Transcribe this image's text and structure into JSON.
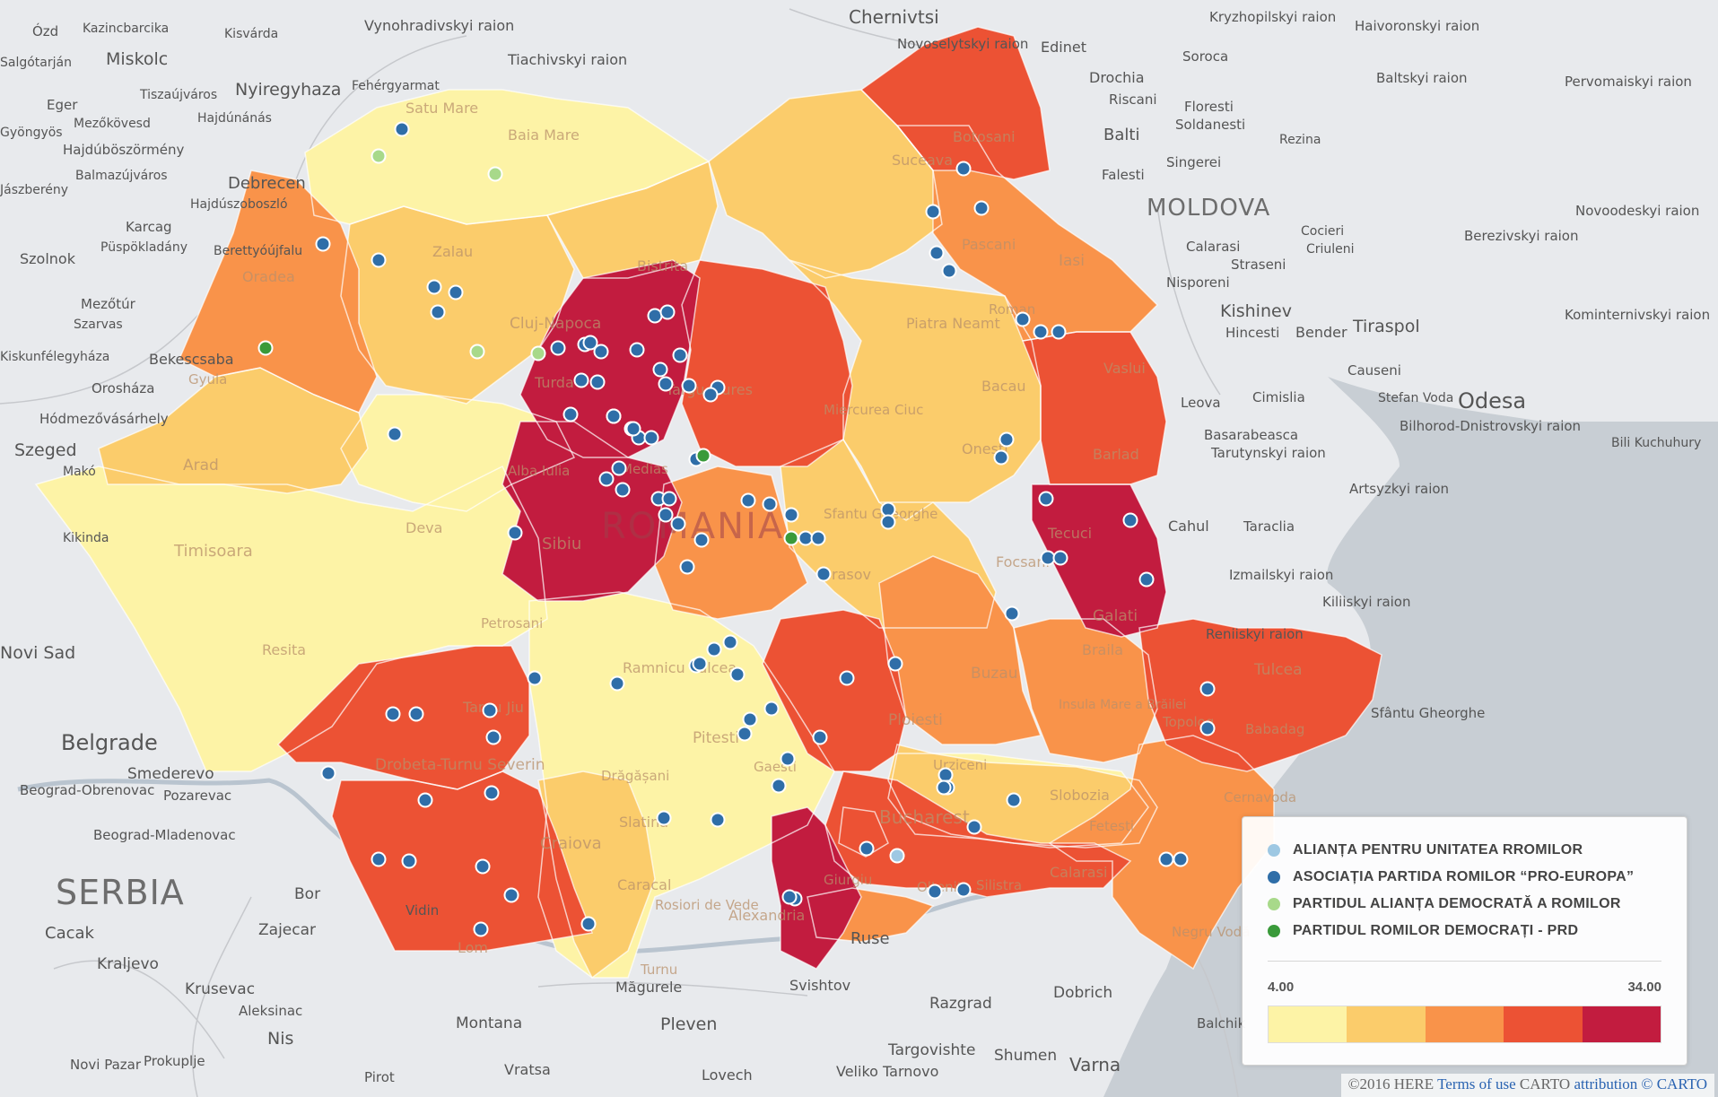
{
  "colors": {
    "class1": "#fdf3a6",
    "class2": "#fbcc6b",
    "class3": "#f9934a",
    "class4": "#ec5234",
    "class5": "#c21c3f",
    "dot_light_blue": "#9ec8e3",
    "dot_blue": "#2f6ea8",
    "dot_light_green": "#a8d98a",
    "dot_green": "#3a9a3a"
  },
  "map_labels": {
    "country": "ROMANIA",
    "serbia": "SERBIA",
    "moldova": "MOLDOVA",
    "belgrade": "Belgrade",
    "odesa": "Odesa",
    "kishinev": "Kishinev",
    "szeged": "Szeged",
    "debrecen": "Debrecen",
    "miskolc": "Miskolc",
    "nyiregyhaza": "Nyiregyhaza",
    "szolnok": "Szolnok",
    "bekescsaba": "Bekescsaba",
    "oroshaza": "Orosháza",
    "hodmezovasarhely": "Hódmezővásárhely",
    "smederevo": "Smederevo",
    "pozarevac": "Pozarevac",
    "beograd_obrenovac": "Beograd-Obrenovac",
    "beograd_mladenovac": "Beograd-Mladenovac",
    "kragujevac": "Kraljevo",
    "krusevac": "Krusevac",
    "aleksinac": "Aleksinac",
    "nis": "Nis",
    "novi_pazar": "Novi Pazar",
    "prokuplje": "Prokuplje",
    "pirot": "Pirot",
    "zajecar": "Zajecar",
    "bor": "Bor",
    "cacak": "Cacak",
    "vidin": "Vidin",
    "montana": "Montana",
    "vratsa": "Vratsa",
    "pleven": "Pleven",
    "lovech": "Lovech",
    "veliko_tarnovo": "Veliko Tarnovo",
    "svishtov": "Svishtov",
    "ruse": "Ruse",
    "razgrad": "Razgrad",
    "targovishte": "Targovishte",
    "shumen": "Shumen",
    "dobrich": "Dobrich",
    "varna": "Varna",
    "balchik": "Balchik",
    "magurele": "Măgurele",
    "chernivtsi": "Chernivtsi",
    "edinet": "Edinet",
    "drochia": "Drochia",
    "riscani": "Riscani",
    "balti": "Balti",
    "falesti": "Falesti",
    "soroca": "Soroca",
    "floresti": "Floresti",
    "soldanesti": "Soldanesti",
    "rezina": "Rezina",
    "singerei": "Singerei",
    "calarasi_md": "Calarasi",
    "straseni": "Straseni",
    "nisporeni": "Nisporeni",
    "hincesti": "Hincesti",
    "bender": "Bender",
    "tiraspol": "Tiraspol",
    "causeni": "Causeni",
    "cimislia": "Cimislia",
    "leova": "Leova",
    "cahul": "Cahul",
    "taraclia": "Taraclia",
    "basarabeasca": "Basarabeasca",
    "criuleni": "Criuleni",
    "cocieri": "Cocieri",
    "stefan_voda": "Stefan Voda",
    "izmailskyi": "Izmailskyi raion",
    "kiliiskyi": "Kiliiskyi raion",
    "reniiskyi": "Reniiskyi raion",
    "artsyzkyi": "Artsyzkyi raion",
    "tarutynskyi": "Tarutynskyi raion",
    "bilhorod": "Bilhorod-Dnistrovskyi raion",
    "bili_kuchuhury": "Bili Kuchuhury",
    "sfantu_gheorghe_delta": "Sfântu Gheorghe",
    "kryzhopilskyi": "Kryzhopilskyi raion",
    "haivoronskyi": "Haivoronskyi raion",
    "baltskyi": "Baltskyi raion",
    "pervomaiskyi": "Pervomaiskyi raion",
    "novoodeskyi": "Novoodeskyi raion",
    "berezivskyi": "Berezivskyi raion",
    "kominternivskyi": "Kominternivskyi raion",
    "vynohradivskyi": "Vynohradivskyi raion",
    "tiachivskyi": "Tiachivskyi raion",
    "novoselytskyi": "Novoselytskyi raion",
    "kazincbarcika": "Kazincbarcika",
    "kisvarda": "Kisvárda",
    "mezokovesd": "Mezőkövesd",
    "tiszaujvaros": "Tiszaújváros",
    "hajdunanas": "Hajdúnánás",
    "hajduboszormeny": "Hajdúböszörmény",
    "balmazujvaros": "Balmazújváros",
    "hajduszoboszlo": "Hajdúszoboszló",
    "karcag": "Karcag",
    "puspokladany": "Püspökladány",
    "berettyoujfalu": "Berettyóújfalu",
    "mezotur": "Mezőtúr",
    "szarvas": "Szarvas",
    "gyongyos": "Gyöngyös",
    "eger": "Eger",
    "ozd": "Ózd",
    "salgotarjan": "Salgótarján",
    "jaszbereny": "Jászberény",
    "kiskunfelegyhaza": "Kiskunfélegyháza",
    "mako": "Makó",
    "kikinda": "Kikinda",
    "novi_sad": "Novi Sad",
    "fehergyarmat": "Fehérgyarmat"
  },
  "region_labels": {
    "satu_mare": "Satu Mare",
    "baia_mare": "Baia Mare",
    "botosani": "Botosani",
    "suceava": "Suceava",
    "zalau": "Zalau",
    "oradea": "Oradea",
    "bistrita": "Bistrita",
    "pascani": "Pascani",
    "iasi": "Iasi",
    "cluj_napoca": "Cluj-Napoca",
    "turda": "Turda",
    "targu_mures": "Targu Mures",
    "piatra_neamt": "Piatra Neamt",
    "roman": "Roman",
    "vaslui": "Vaslui",
    "bacau": "Bacau",
    "miercurea_ciuc": "Miercurea Ciuc",
    "gyula": "Gyula",
    "arad": "Arad",
    "alba_iulia": "Alba Iulia",
    "medias": "Medias",
    "onesti": "Onesti",
    "barlad": "Barlad",
    "deva": "Deva",
    "timisoara": "Timisoara",
    "sibiu": "Sibiu",
    "sfantu_gheorghe": "Sfantu Gheorghe",
    "brasov": "Brasov",
    "focsani": "Focsani",
    "tecuci": "Tecuci",
    "galati": "Galati",
    "petrosani": "Petrosani",
    "resita": "Resita",
    "ramnicu_valcea": "Ramnicu Valcea",
    "buzau": "Buzau",
    "braila": "Braila",
    "tulcea": "Tulcea",
    "targu_jiu": "Targu Jiu",
    "ploiesti": "Ploiesti",
    "insula_mare": "Insula Mare a Brăilei",
    "topolog": "Topolog",
    "babadag": "Babadag",
    "pitesti": "Pitesti",
    "drobeta": "Drobeta-Turnu Severin",
    "dragasani": "Drăgășani",
    "gaesti": "Gaesti",
    "urziceni": "Urziceni",
    "slobozia": "Slobozia",
    "fetesti": "Fetesti",
    "cernavoda": "Cernavoda",
    "slatina": "Slatina",
    "bucharest": "Bucharest",
    "craiova": "Craiova",
    "calarasi": "Calarasi",
    "caracal": "Caracal",
    "rosiori": "Rosiori de Vede",
    "alexandria": "Alexandria",
    "giurgiu": "Giurgiu",
    "oltenita": "Oltenita",
    "silistra": "Silistra",
    "negru_voda": "Negru Vodă",
    "lom": "Lom",
    "turnu": "Turnu"
  },
  "legend": {
    "items": [
      {
        "label": "ALIANȚA PENTRU UNITATEA RROMILOR",
        "color": "#9ec8e3"
      },
      {
        "label": "ASOCIAȚIA PARTIDA ROMILOR “PRO-EUROPA”",
        "color": "#2f6ea8"
      },
      {
        "label": "PARTIDUL ALIANȚA DEMOCRATĂ A ROMILOR",
        "color": "#a8d98a"
      },
      {
        "label": "PARTIDUL ROMILOR DEMOCRAȚI - PRD",
        "color": "#3a9a3a"
      }
    ],
    "min": "4.00",
    "max": "34.00",
    "bins": [
      "#fdf3a6",
      "#fbcc6b",
      "#f9934a",
      "#ec5234",
      "#c21c3f"
    ]
  },
  "attribution": {
    "copyright": "©2016 HERE",
    "terms": "Terms",
    "of_use": "of use",
    "carto": "CARTO",
    "attribution_link": "attribution",
    "copy_carto": "© CARTO"
  }
}
